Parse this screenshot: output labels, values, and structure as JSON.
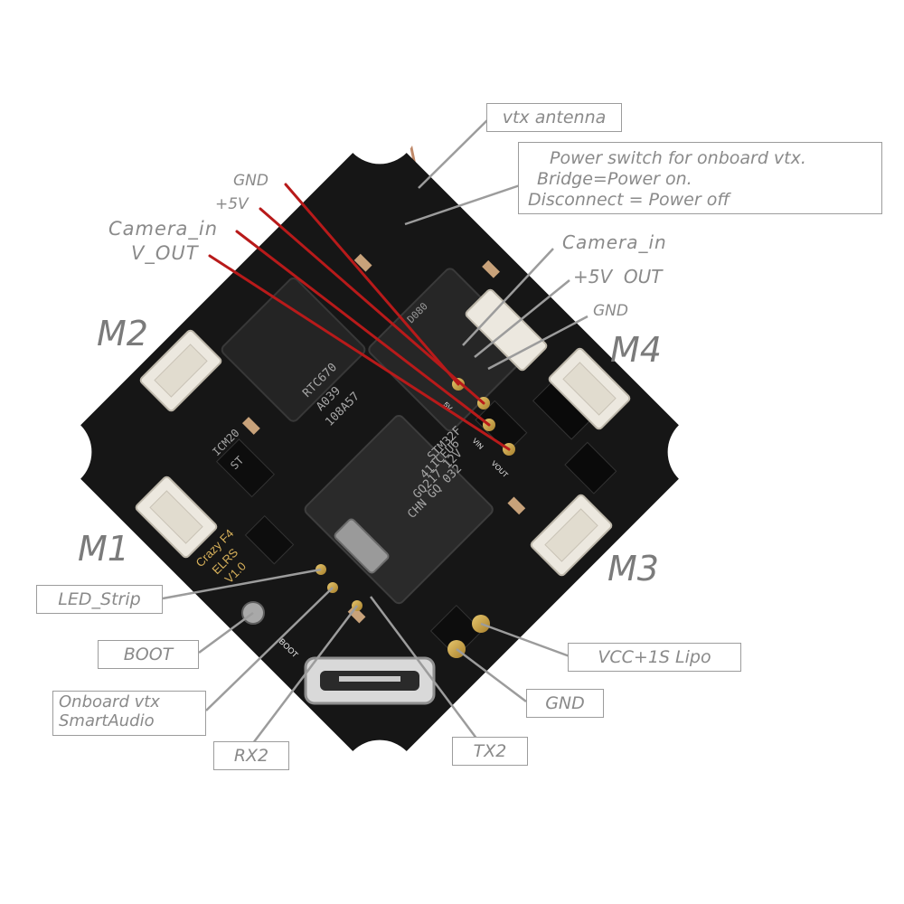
{
  "labels": {
    "vtx_antenna": "vtx antenna",
    "power_switch": {
      "line1": "Power switch for onboard vtx.",
      "line2": "Bridge=Power on.",
      "line3": "Disconnect = Power off"
    },
    "cam_connector": {
      "camera_in": "Camera_in",
      "plus5v_out": "+5V  OUT",
      "gnd": "GND"
    },
    "vtx_pads": {
      "gnd": "GND",
      "plus5v": "+5V",
      "camera_in": "Camera_in",
      "v_out": "V_OUT"
    },
    "motors": {
      "m1": "M1",
      "m2": "M2",
      "m3": "M3",
      "m4": "M4"
    },
    "led_strip": "LED_Strip",
    "boot": "BOOT",
    "onboard_vtx": {
      "line1": "Onboard vtx",
      "line2": "SmartAudio"
    },
    "rx2": "RX2",
    "tx2": "TX2",
    "vcc": "VCC+1S Lipo",
    "gnd_pad": "GND"
  },
  "board_print": {
    "silk_line1": "Crazy F4",
    "silk_line2": "ELRS",
    "silk_line3": "V1.0",
    "mcu_line1": "STM32F",
    "mcu_line2": "411CEU6",
    "mcu_line3": "GQ217 12V",
    "mcu_line4": "CHN GQ 032",
    "osd_line1": "RTC670",
    "osd_line2": "A039",
    "osd_line3": "108A57",
    "gyro_line1": "ICM20",
    "gyro_line2": "ST",
    "cap_code": "D080",
    "pad_5v": "5V",
    "pad_vin": "VIN",
    "pad_vout": "VOUT",
    "boot_silk": "BOOT"
  },
  "colors": {
    "board": "#161616",
    "callout": "#8a8a8a",
    "red_wire": "#b81a1a",
    "gold_pad": "#c9a24a",
    "connector": "#ece8df"
  }
}
